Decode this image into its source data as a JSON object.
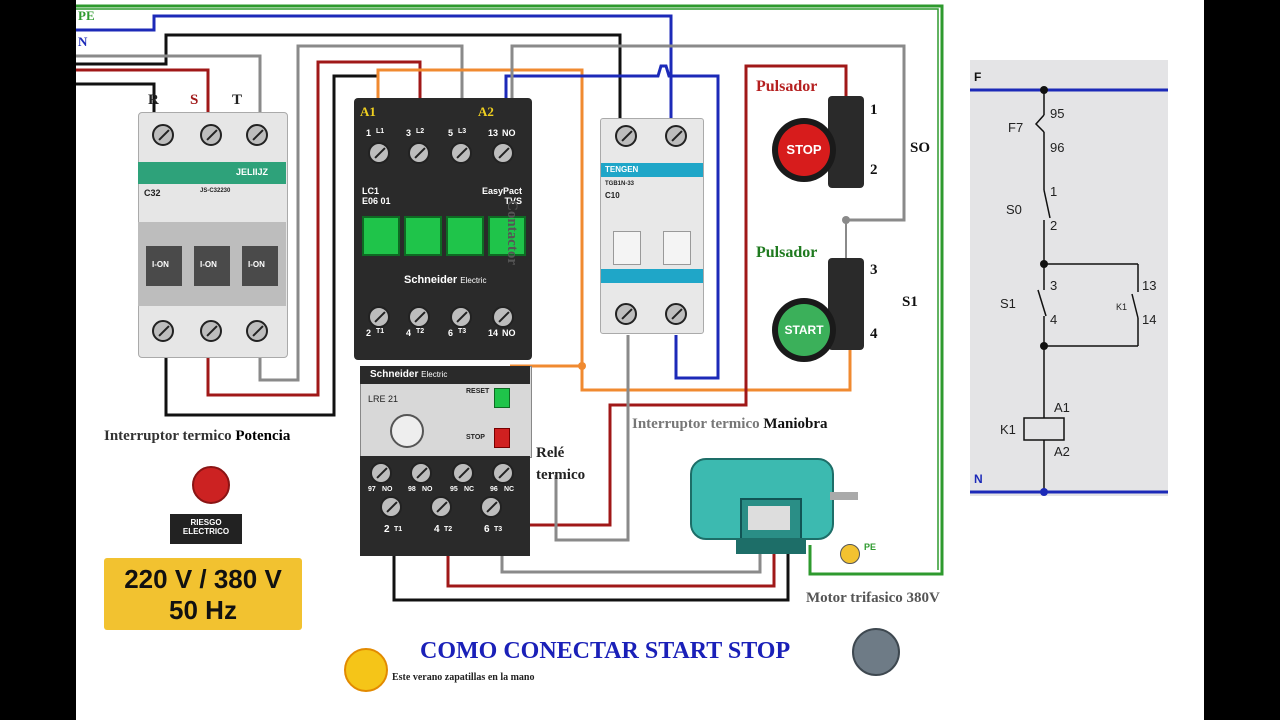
{
  "lines": {
    "pe": "PE",
    "n": "N"
  },
  "breaker_power": {
    "phases": [
      "R",
      "S",
      "T"
    ],
    "brand": "JELIIJZ",
    "rating": "C32",
    "model": "JS-C32230",
    "toggle": "I-ON",
    "label_a": "Interruptor termico",
    "label_b": "Potencia"
  },
  "contactor": {
    "a1": "A1",
    "a2": "A2",
    "top_terms": [
      "1",
      "L1",
      "3",
      "L2",
      "5",
      "L3",
      "13",
      "NO"
    ],
    "bottom_terms": [
      "2",
      "T1",
      "4",
      "T2",
      "6",
      "T3",
      "14",
      "NO"
    ],
    "model_line1": "LC1",
    "model_line2": "E06 01",
    "series_line1": "EasyPact",
    "series_line2": "TVS",
    "brand": "Schneider",
    "brand_sub": "Electric",
    "label": "Contactor"
  },
  "relay": {
    "brand": "Schneider",
    "brand_sub": "Electric",
    "model": "LRE 21",
    "reset": "RESET",
    "stop": "STOP",
    "top_terms": [
      "97",
      "NO",
      "98",
      "NO",
      "95",
      "NC",
      "96",
      "NC"
    ],
    "bottom_terms": [
      "2",
      "T1",
      "4",
      "T2",
      "6",
      "T3"
    ],
    "label_a": "Relé",
    "label_b": "termico"
  },
  "breaker_control": {
    "brand": "TENGEN",
    "model": "TGB1N-33",
    "rating": "C10",
    "label_a": "Interruptor  termico",
    "label_b": "Maniobra"
  },
  "pulsador_stop": {
    "title": "Pulsador",
    "button": "STOP",
    "term_top": "1",
    "term_bottom": "2",
    "tag": "SO"
  },
  "pulsador_start": {
    "title": "Pulsador",
    "button": "START",
    "term_top": "3",
    "term_bottom": "4",
    "tag": "S1"
  },
  "motor": {
    "label": "Motor trifasico 380V",
    "ground": "PE"
  },
  "warning": {
    "badge_line1": "RIESGO",
    "badge_line2": "ELECTRICO",
    "voltage": "220 V / 380 V",
    "freq": "50 Hz"
  },
  "footer": {
    "title": "COMO CONECTAR START STOP",
    "subtitle": "Este verano zapatillas en la mano"
  },
  "schematic": {
    "f": "F",
    "n": "N",
    "f7": "F7",
    "t95": "95",
    "t96": "96",
    "s0": "S0",
    "t1": "1",
    "t2": "2",
    "s1": "S1",
    "t3": "3",
    "t4": "4",
    "k1_contact": "K1",
    "t13": "13",
    "t14": "14",
    "k1": "K1",
    "a1": "A1",
    "a2": "A2"
  },
  "colors": {
    "pe": "#2e9a2e",
    "neutral": "#1c2ab8",
    "red": "#a01818",
    "gray": "#8a8a8a",
    "black": "#111111",
    "orange": "#f08a30",
    "brand_red": "#b51f1f",
    "brand_green": "#1f7a1f",
    "title_blue": "#1a20b8",
    "sign_yellow": "#f2c230"
  }
}
